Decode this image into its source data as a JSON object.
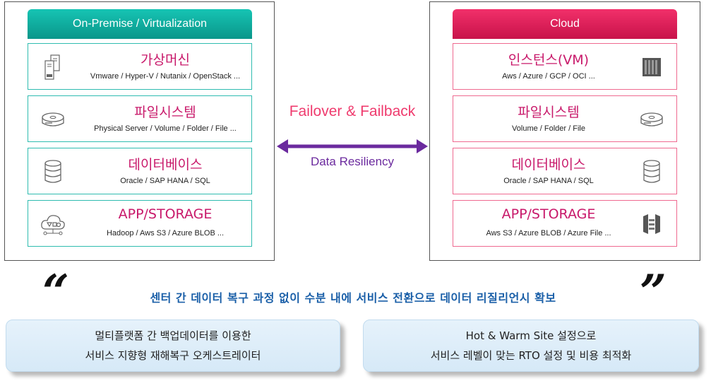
{
  "left_panel": {
    "header": "On-Premise / Virtualization",
    "rows": [
      {
        "title": "가상머신",
        "subtitle": "Vmware / Hyper-V / Nutanix / OpenStack ...",
        "icon": "server-icon"
      },
      {
        "title": "파일시스템",
        "subtitle": "Physical Server / Volume / Folder / File ...",
        "icon": "disk-icon"
      },
      {
        "title": "데이터베이스",
        "subtitle": "Oracle / SAP HANA / SQL",
        "icon": "database-icon"
      },
      {
        "title": "APP/STORAGE",
        "subtitle": "Hadoop / Aws S3 / Azure BLOB ...",
        "icon": "cloud-app-icon"
      }
    ]
  },
  "right_panel": {
    "header": "Cloud",
    "rows": [
      {
        "title": "인스턴스(VM)",
        "subtitle": "Aws / Azure / GCP / OCI ...",
        "icon": "instance-icon"
      },
      {
        "title": "파일시스템",
        "subtitle": "Volume / Folder / File",
        "icon": "disk-icon"
      },
      {
        "title": "데이터베이스",
        "subtitle": "Oracle / SAP HANA / SQL",
        "icon": "database-icon"
      },
      {
        "title": "APP/STORAGE",
        "subtitle": "Aws S3 / Azure BLOB / Azure File ...",
        "icon": "storage-gateway-icon"
      }
    ]
  },
  "middle": {
    "top_label": "Failover & Failback",
    "bottom_label": "Data Resiliency",
    "arrow_color": "#6b2a9e"
  },
  "headline": "센터 간 데이터 복구 과정 없이 수분 내에 서비스 전환으로 데이터 리질리언시 확보",
  "boxes": [
    {
      "line1": "멀티플랫폼 간 백업데이터를 이용한",
      "line2": "서비스 지향형 재해복구 오케스트레이터"
    },
    {
      "line1": "Hot & Warm Site 설정으로",
      "line2": "서비스 레벨이 맞는 RTO 설정 및 비용 최적화"
    }
  ],
  "colors": {
    "left_accent": "#16b3a6",
    "right_accent": "#e8245e",
    "title_text": "#c8186a",
    "headline_text": "#1a5fa8"
  }
}
